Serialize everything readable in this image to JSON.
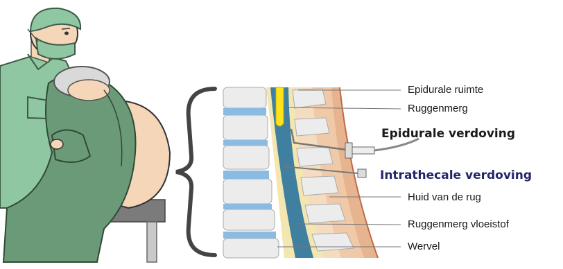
{
  "labels": {
    "epidural_space": "Epidurale ruimte",
    "spinal_cord": "Ruggenmerg",
    "epidural_anesthesia": "Epidurale verdoving",
    "intrathecal_anesthesia": "Intrathecale verdoving",
    "skin_of_back": "Huid van de rug",
    "csf": "Ruggenmerg vloeistof",
    "vertebra": "Wervel"
  },
  "colors": {
    "gown": "#8fc7a3",
    "patient_gown": "#6b9a78",
    "skin": "#f5d6b8",
    "bone": "#ececec",
    "disc": "#8bbbe0",
    "dura": "#3f7fa0",
    "cord": "#ffe21a",
    "tissue": "#e6b48f",
    "intrathecal_label": "#22246a",
    "epidural_label": "#111111"
  }
}
